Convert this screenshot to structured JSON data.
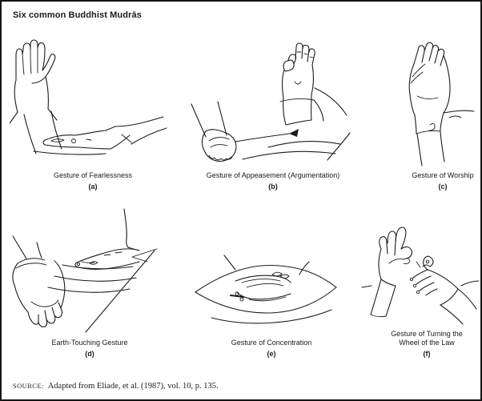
{
  "figure": {
    "title": "Six common Buddhist Mudrās",
    "panels": [
      {
        "caption": "Gesture of Fearlessness",
        "letter": "(a)",
        "illustration": "abhaya-mudra-illustration"
      },
      {
        "caption": "Gesture of Appeasement (Argumentation)",
        "letter": "(b)",
        "illustration": "vitarka-mudra-illustration"
      },
      {
        "caption": "Gesture of Worship",
        "letter": "(c)",
        "illustration": "anjali-mudra-illustration"
      },
      {
        "caption": "Earth-Touching Gesture",
        "letter": "(d)",
        "illustration": "bhumisparsha-mudra-illustration"
      },
      {
        "caption": "Gesture of Concentration",
        "letter": "(e)",
        "illustration": "dhyana-mudra-illustration"
      },
      {
        "caption": "Gesture of Turning the Wheel of the Law",
        "letter": "(f)",
        "illustration": "dharmachakra-mudra-illustration"
      }
    ],
    "source": {
      "label": "SOURCE:",
      "text": "Adapted from Eliade, et al. (1987), vol. 10, p. 135."
    },
    "colors": {
      "ink": "#1c1c1c",
      "background": "#ffffff"
    }
  }
}
